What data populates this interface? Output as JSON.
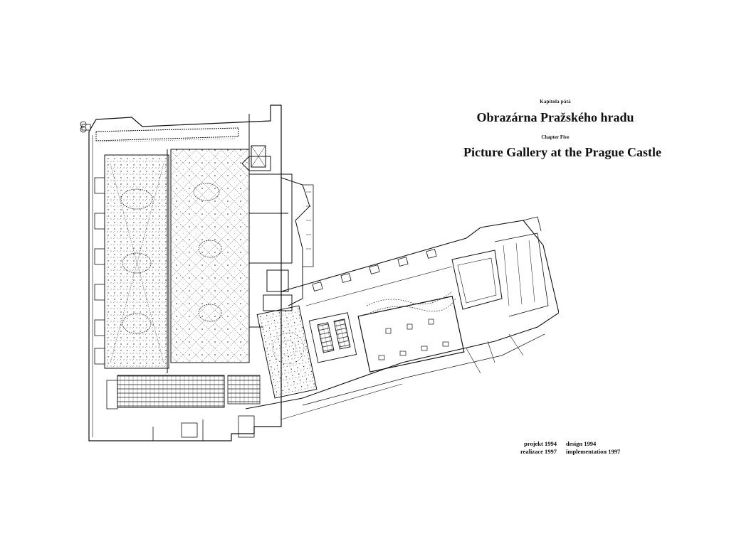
{
  "header": {
    "chapter_cz": "Kapitola pátá",
    "title_cz": "Obrazárna Pražského hradu",
    "chapter_en": "Chapter Five",
    "title_en": "Picture Gallery at the Prague Castle"
  },
  "credits": {
    "cz": [
      "projekt 1994",
      "realizace 1997"
    ],
    "en": [
      "design 1994",
      "implementation 1997"
    ]
  },
  "colors": {
    "ink": "#111111",
    "paper": "#ffffff"
  }
}
